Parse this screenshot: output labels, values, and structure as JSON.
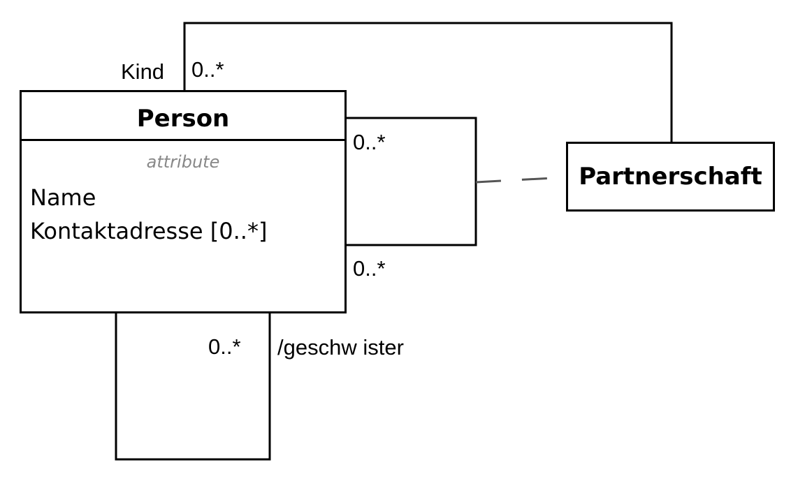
{
  "person": {
    "name": "Person",
    "stereotype": "attribute",
    "attributes": [
      "Name",
      "Kontaktadresse [0..*]"
    ]
  },
  "partnerschaft": {
    "name": "Partnerschaft"
  },
  "associations": {
    "kind": {
      "role": "Kind",
      "multiplicity": "0..*"
    },
    "partner_top": {
      "multiplicity": "0..*"
    },
    "partner_bottom": {
      "multiplicity": "0..*"
    },
    "geschwister": {
      "role": "/geschw ister",
      "multiplicity": "0..*"
    }
  },
  "colors": {
    "line": "#000000",
    "association_class_link": "#555555",
    "stereotype_text": "#888888"
  }
}
